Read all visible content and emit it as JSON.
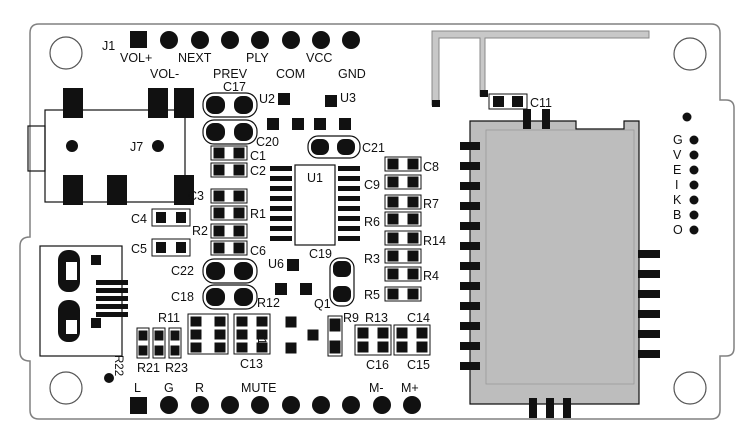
{
  "header": {
    "connector": "J1",
    "pins_top_row": [
      "VOL+",
      "NEXT",
      "PLY",
      "VCC"
    ],
    "pins_bottom_row": [
      "VOL-",
      "PREV",
      "COM",
      "GND"
    ]
  },
  "footer": {
    "pins_left": [
      "L",
      "G",
      "R"
    ],
    "mute": "MUTE",
    "m_minus": "M-",
    "m_plus": "M+"
  },
  "right_header": [
    "G",
    "V",
    "E",
    "I",
    "K",
    "B",
    "O"
  ],
  "components": {
    "j7": "J7",
    "u1": "U1",
    "u2": "U2",
    "u3": "U3",
    "u6": "U6",
    "q1": "Q1",
    "c1": "C1",
    "c2": "C2",
    "c3": "C3",
    "c4": "C4",
    "c5": "C5",
    "c6": "C6",
    "c8": "C8",
    "c9": "C9",
    "c11": "C11",
    "c13": "C13",
    "c14": "C14",
    "c15": "C15",
    "c16": "C16",
    "c17": "C17",
    "c18": "C18",
    "c19": "C19",
    "c20": "C20",
    "c21": "C21",
    "c22": "C22",
    "r1": "R1",
    "r2": "R2",
    "r3": "R3",
    "r4": "R4",
    "r5": "R5",
    "r6": "R6",
    "r7": "R7",
    "r9": "R9",
    "r10": "R10",
    "r11": "R11",
    "r12": "R12",
    "r13": "R13",
    "r14": "R14",
    "r21": "R21",
    "r22": "R22",
    "r23": "R23"
  },
  "colors": {
    "board_outline": "#808080",
    "pad": "#111111",
    "antenna": "#c8c8c8",
    "module_fill": "#bdbdbd",
    "silkscreen": "#111111"
  }
}
